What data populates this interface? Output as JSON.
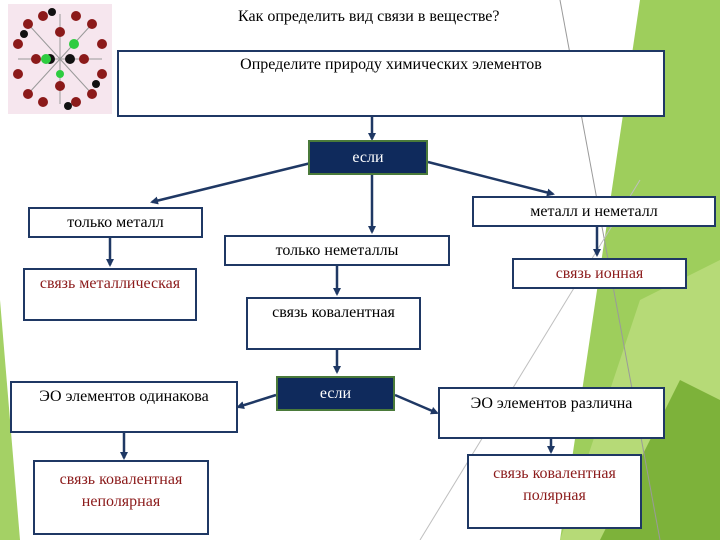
{
  "title": "Как определить вид связи в веществе?",
  "nodes": {
    "root": "Определите природу химических элементов",
    "if1": "если",
    "only_metal": "только металл",
    "only_nonmetals": "только неметаллы",
    "metal_nonmetal": "металл и неметалл",
    "bond_metallic": "связь металлическая",
    "bond_covalent": "связь ковалентная",
    "bond_ionic": "связь ионная",
    "if2": "если",
    "eo_same": "ЭО элементов одинакова",
    "eo_diff": "ЭО элементов различна",
    "covalent_nonpolar_1": "связь ковалентная",
    "covalent_nonpolar_2": "неполярная",
    "covalent_polar_1": "связь ковалентная",
    "covalent_polar_2": "полярная"
  },
  "colors": {
    "box_border": "#1f3864",
    "arrow": "#1f3864",
    "dark_fill": "#0f2a5c",
    "result_text": "#8b1a1a",
    "accent_green": "#8dc63f"
  }
}
